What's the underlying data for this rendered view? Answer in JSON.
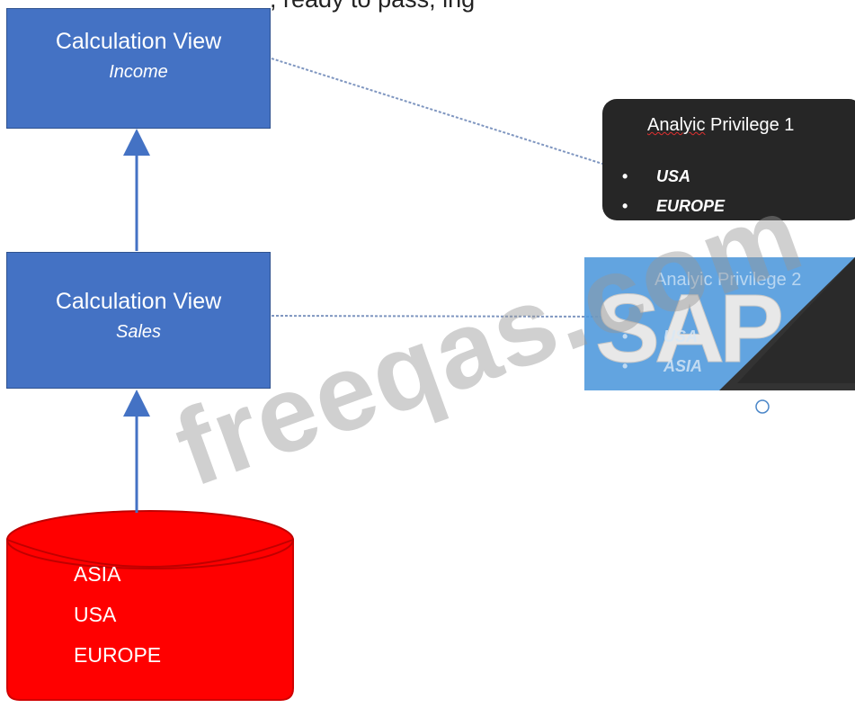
{
  "header_cut_text": ", ready to pass, ing",
  "nodes": {
    "income": {
      "title": "Calculation View",
      "subtitle": "Income"
    },
    "sales": {
      "title": "Calculation View",
      "subtitle": "Sales"
    },
    "database": {
      "items": [
        "ASIA",
        "USA",
        "EUROPE"
      ]
    }
  },
  "privileges": [
    {
      "title_misspelled": "Analyic",
      "title_rest": " Privilege 1",
      "items": [
        "USA",
        "EUROPE"
      ]
    },
    {
      "title": "Analyic Privilege 2",
      "items": [
        "USA",
        "ASIA"
      ]
    }
  ],
  "logo": {
    "text": "SAP",
    "registered": "®"
  },
  "watermark": "freeqas.com",
  "colors": {
    "calc_view": "#4472c4",
    "database": "#ff0000",
    "privilege_box": "#262626",
    "connector": "#7f96c0",
    "sap_blue": "#1a7bd6",
    "sap_dark": "#333333"
  }
}
